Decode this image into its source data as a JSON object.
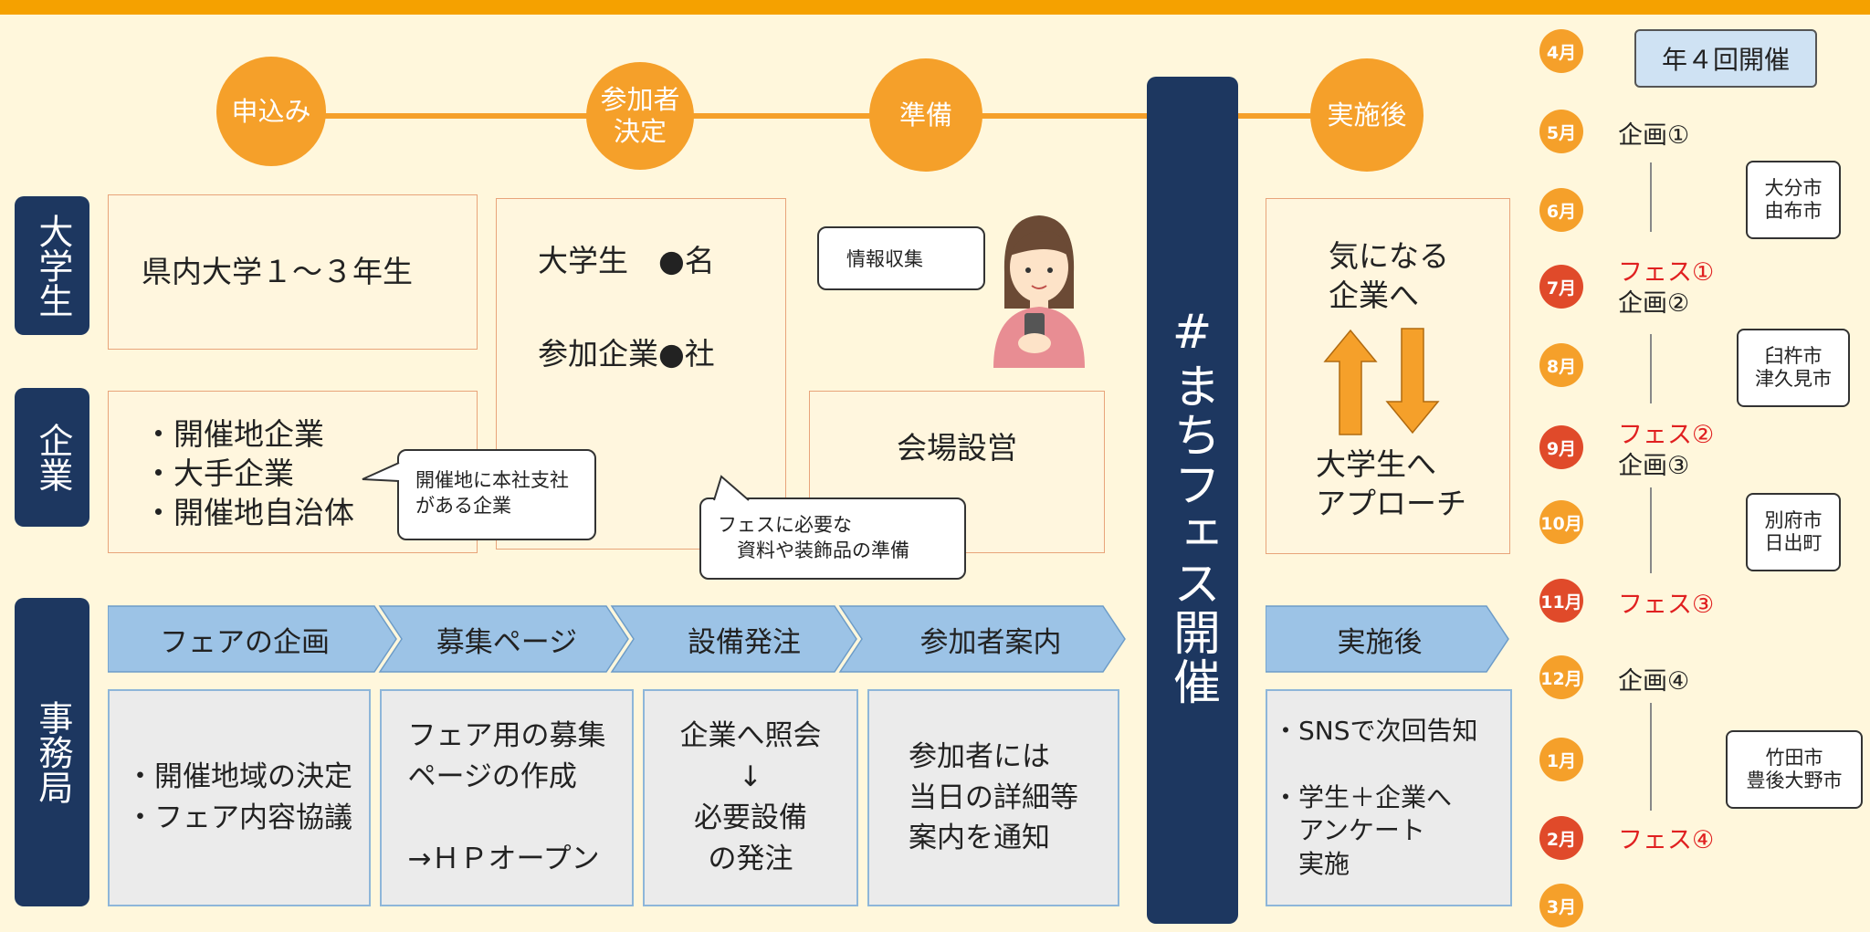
{
  "phases": {
    "apply": "申込み",
    "decide": "参加者\n決定",
    "prepare": "準備",
    "after": "実施後"
  },
  "row_labels": {
    "students": "大学生",
    "companies": "企業",
    "office": "事務局"
  },
  "students": {
    "apply_box": "県内大学１～３年生",
    "decide_box": "大学生　●名\n\n参加企業●社",
    "info_bubble": "情報収集"
  },
  "companies": {
    "apply_box": "・開催地企業\n・大手企業\n・開催地自治体",
    "apply_bubble": "開催地に本社支社\nがある企業",
    "prepare_box": "会場設営",
    "prepare_bubble": "フェスに必要な\n　資料や装飾品の準備"
  },
  "festival": {
    "pillar": "#まちフェス開催"
  },
  "after": {
    "top_text": "気になる\n企業へ",
    "bottom_text": "大学生へ\nアプローチ",
    "header": "実施後",
    "office_box": "・SNSで次回告知\n\n・学生＋企業へ\n　アンケート\n　実施"
  },
  "office": {
    "arrows": [
      "フェアの企画",
      "募集ページ",
      "設備発注",
      "参加者案内"
    ],
    "boxes": [
      "・開催地域の決定\n・フェア内容協議",
      "フェア用の募集\nページの作成\n\n→ＨＰオープン",
      "企業へ照会\n↓\n必要設備\nの発注",
      "参加者には\n当日の詳細等\n案内を通知"
    ]
  },
  "schedule": {
    "badge": "年４回開催",
    "months": [
      "4月",
      "5月",
      "6月",
      "7月",
      "8月",
      "9月",
      "10月",
      "11月",
      "12月",
      "1月",
      "2月",
      "3月"
    ],
    "items": {
      "may": "企画①",
      "jul_fes": "フェス①",
      "jul_plan": "企画②",
      "sep_fes": "フェス②",
      "sep_plan": "企画③",
      "nov_fes": "フェス③",
      "dec_plan": "企画④",
      "feb_fes": "フェス④"
    },
    "cities": [
      "大分市\n由布市",
      "臼杵市\n津久見市",
      "別府市\n日出町",
      "竹田市\n豊後大野市"
    ]
  },
  "colors": {
    "orange": "#f5a02a",
    "navy": "#1d3760",
    "red_month": "#e04a2a",
    "festival_text": "#e02020",
    "light_blue": "#9cc3e6",
    "background": "#fff7dc"
  }
}
